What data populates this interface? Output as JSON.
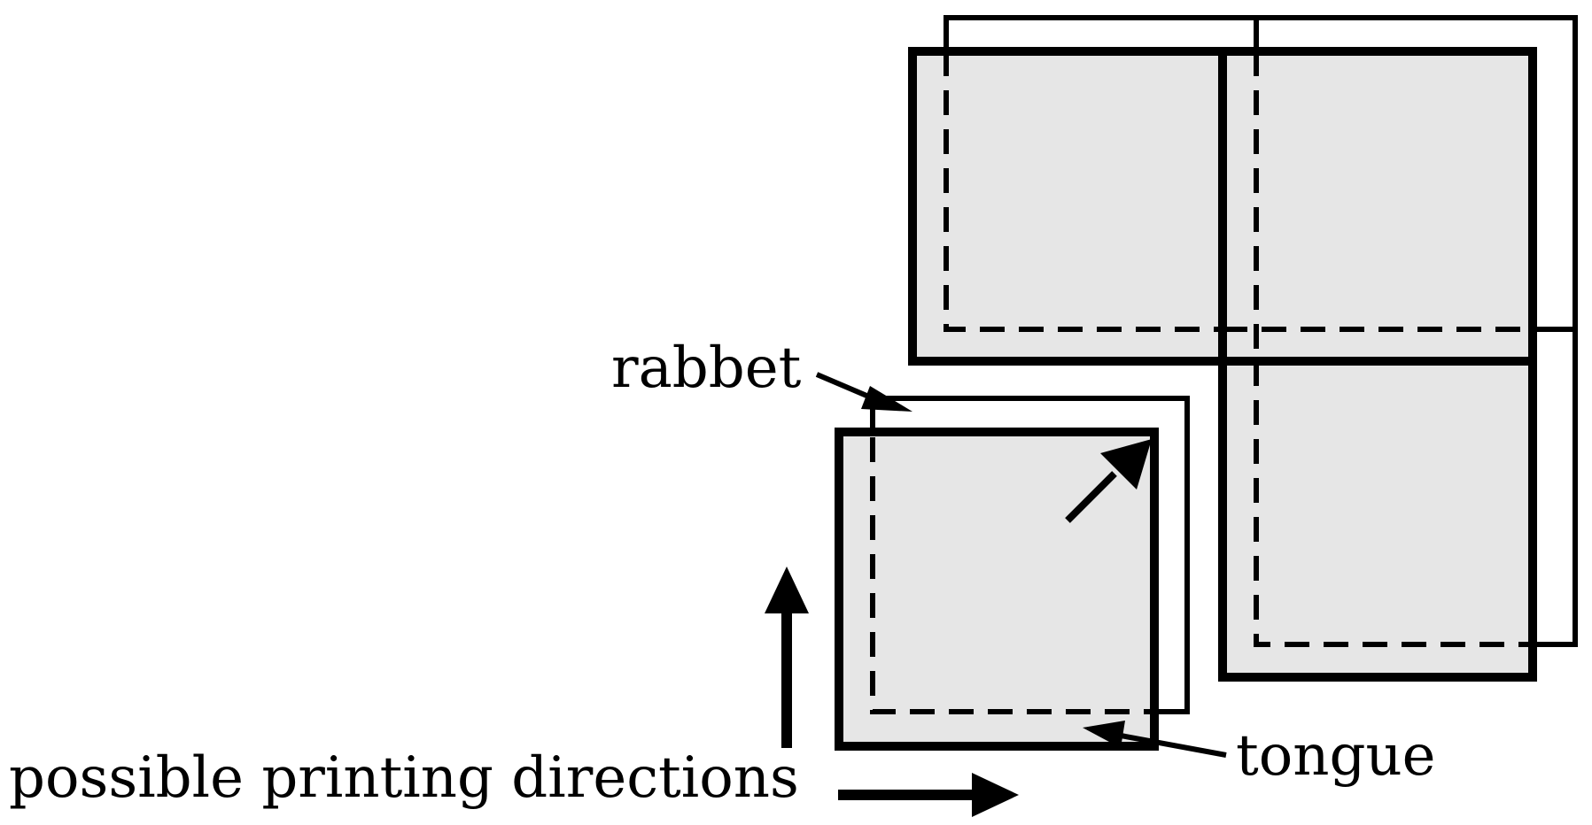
{
  "labels": {
    "rabbet": "rabbet",
    "tongue": "tongue",
    "printing_directions": "possible printing directions"
  },
  "colors": {
    "stroke": "#000000",
    "tile_fill": "#e6e6e6",
    "background": "#ffffff"
  }
}
